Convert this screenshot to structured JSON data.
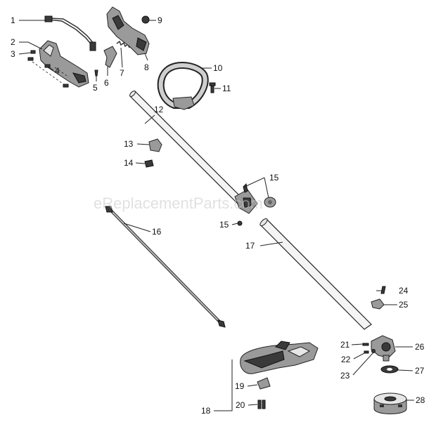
{
  "watermark": "eReplacementParts.com",
  "callouts": [
    {
      "id": "1",
      "label": "1"
    },
    {
      "id": "2",
      "label": "2"
    },
    {
      "id": "3",
      "label": "3"
    },
    {
      "id": "4",
      "label": "4"
    },
    {
      "id": "5",
      "label": "5"
    },
    {
      "id": "6",
      "label": "6"
    },
    {
      "id": "7",
      "label": "7"
    },
    {
      "id": "8",
      "label": "8"
    },
    {
      "id": "9",
      "label": "9"
    },
    {
      "id": "10",
      "label": "10"
    },
    {
      "id": "11",
      "label": "11"
    },
    {
      "id": "12",
      "label": "12"
    },
    {
      "id": "13",
      "label": "13"
    },
    {
      "id": "14",
      "label": "14"
    },
    {
      "id": "15a",
      "label": "15"
    },
    {
      "id": "15b",
      "label": "15"
    },
    {
      "id": "16",
      "label": "16"
    },
    {
      "id": "17",
      "label": "17"
    },
    {
      "id": "18",
      "label": "18"
    },
    {
      "id": "19",
      "label": "19"
    },
    {
      "id": "20",
      "label": "20"
    },
    {
      "id": "21",
      "label": "21"
    },
    {
      "id": "22",
      "label": "22"
    },
    {
      "id": "23",
      "label": "23"
    },
    {
      "id": "24",
      "label": "24"
    },
    {
      "id": "25",
      "label": "25"
    },
    {
      "id": "26",
      "label": "26"
    },
    {
      "id": "27",
      "label": "27"
    },
    {
      "id": "28",
      "label": "28"
    }
  ]
}
